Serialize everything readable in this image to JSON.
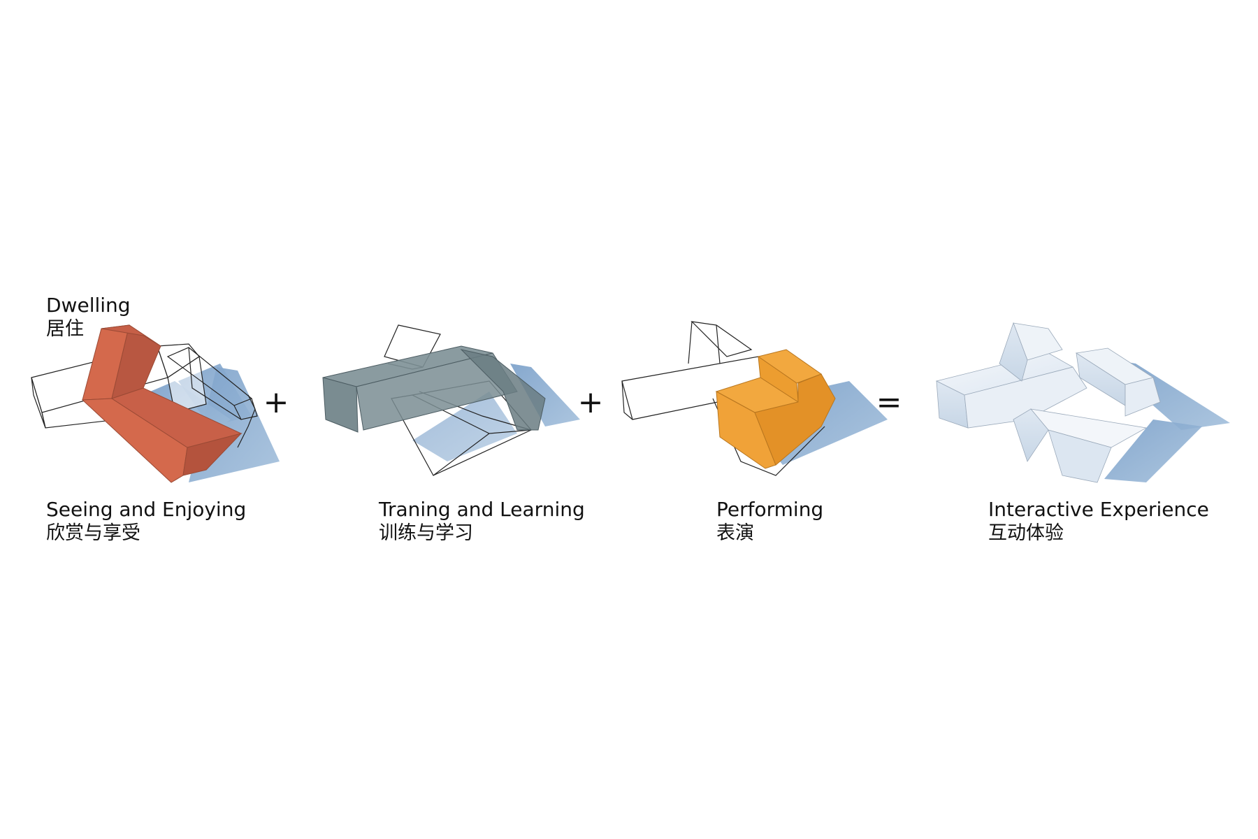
{
  "labels": {
    "dwelling": {
      "en": "Dwelling",
      "zh": "居住"
    },
    "seeing": {
      "en": "Seeing and Enjoying",
      "zh": "欣赏与享受"
    },
    "training": {
      "en": "Traning and Learning",
      "zh": "训练与学习"
    },
    "performing": {
      "en": "Performing",
      "zh": "表演"
    },
    "interactive": {
      "en": "Interactive Experience",
      "zh": "互动体验"
    }
  },
  "operators": {
    "plus": "+",
    "equals": "="
  },
  "colors": {
    "dwelling": "#d4694c",
    "training": "#6f8288",
    "performing": "#f0a238",
    "shadow": "#8fb0d2",
    "outline": "#222222"
  }
}
